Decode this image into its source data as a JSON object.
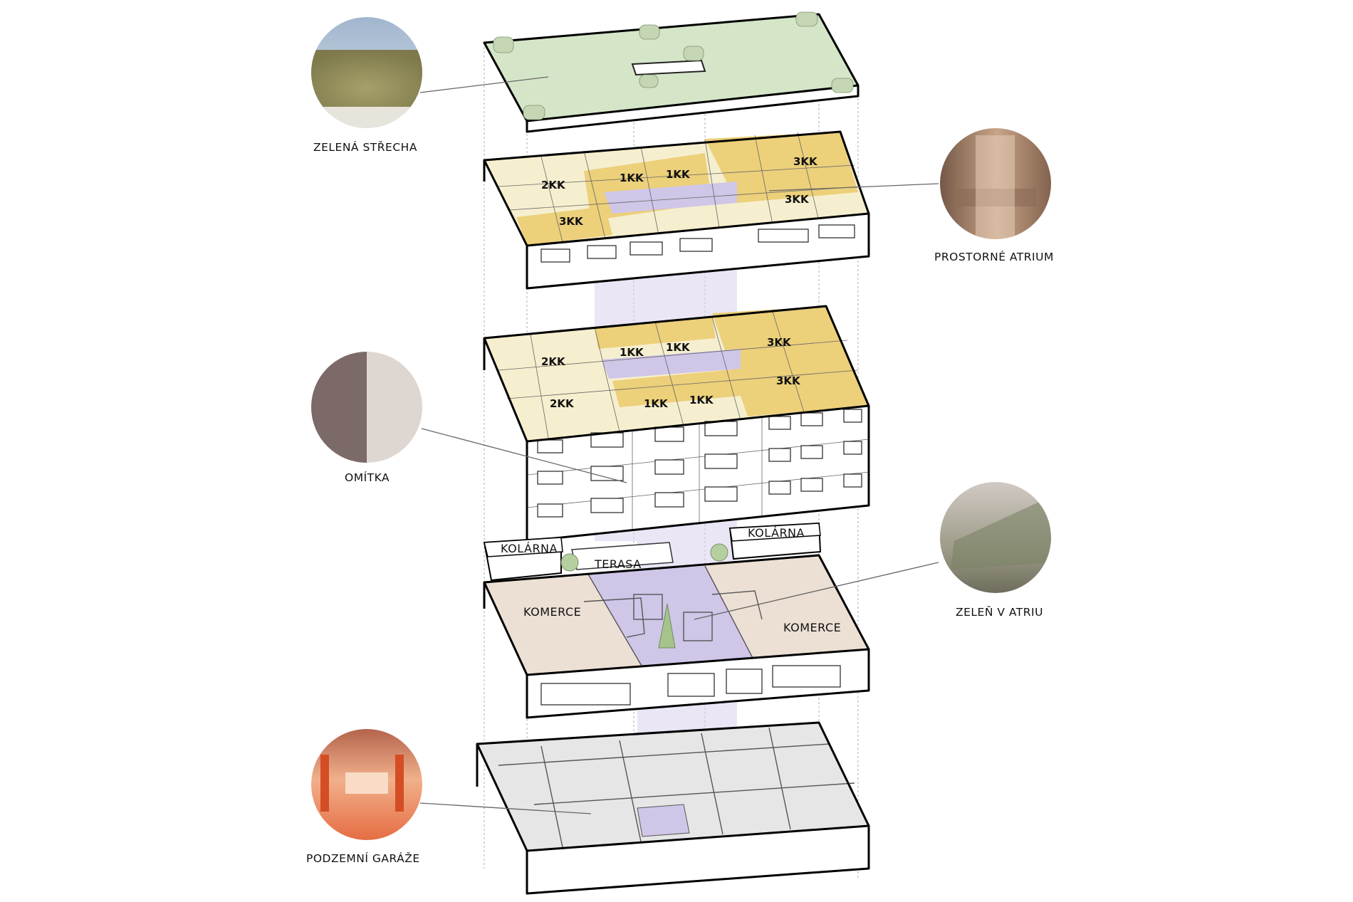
{
  "callouts": {
    "green_roof": "ZELENÁ STŘECHA",
    "atrium": "PROSTORNÉ ATRIUM",
    "plaster": "OMÍTKA",
    "atrium_greenery": "ZELEŇ V ATRIU",
    "garage": "PODZEMNÍ GARÁŽE"
  },
  "top_floor_units": [
    "2KK",
    "1KK",
    "1KK",
    "3KK",
    "3KK",
    "3KK"
  ],
  "typical_floor_units": [
    "2KK",
    "1KK",
    "1KK",
    "3KK",
    "2KK",
    "1KK",
    "1KK",
    "3KK"
  ],
  "ground_floor": {
    "bike_room_left": "KOLÁRNA",
    "bike_room_right": "KOLÁRNA",
    "terrace": "TERASA",
    "commerce_left": "KOMERCE",
    "commerce_right": "KOMERCE"
  },
  "colors": {
    "roof_green": "#d5e6c8",
    "apartment_light": "#f6efcf",
    "apartment_yellow": "#ecd07a",
    "atrium_purple": "#cfc6e8",
    "commerce": "#ece0d4",
    "garage_grey": "#e6e6e6"
  }
}
